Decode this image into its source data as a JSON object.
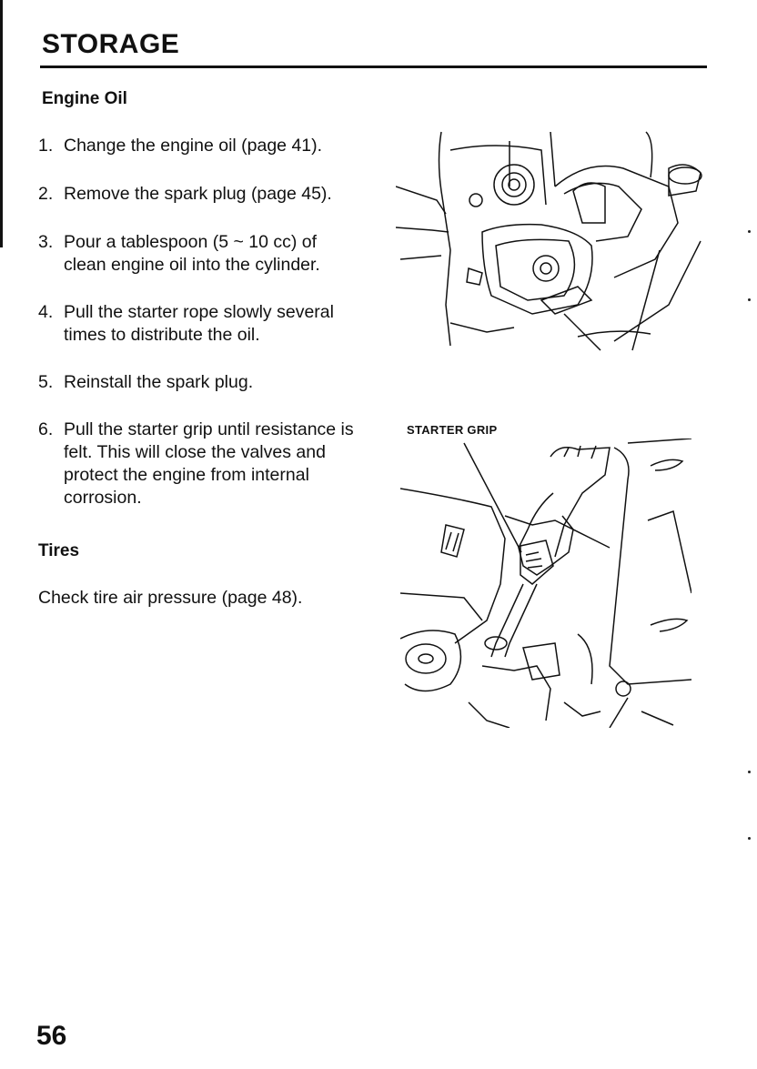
{
  "page": {
    "title": "STORAGE",
    "page_number": "56"
  },
  "engine_oil": {
    "heading": "Engine Oil",
    "steps": [
      {
        "num": "1.",
        "text": "Change the engine oil (page 41)."
      },
      {
        "num": "2.",
        "text": "Remove the spark plug (page 45)."
      },
      {
        "num": "3.",
        "text": "Pour a tablespoon (5 ~ 10 cc) of clean engine oil into the cylinder."
      },
      {
        "num": "4.",
        "text": "Pull the starter rope slowly several times to distribute the oil."
      },
      {
        "num": "5.",
        "text": "Reinstall the spark plug."
      },
      {
        "num": "6.",
        "text": "Pull the starter grip until resistance is felt. This will close the valves and protect the engine from internal corrosion."
      }
    ]
  },
  "tires": {
    "heading": "Tires",
    "text": "Check tire air pressure (page 48)."
  },
  "figures": {
    "starter_grip_caption": "STARTER GRIP"
  }
}
